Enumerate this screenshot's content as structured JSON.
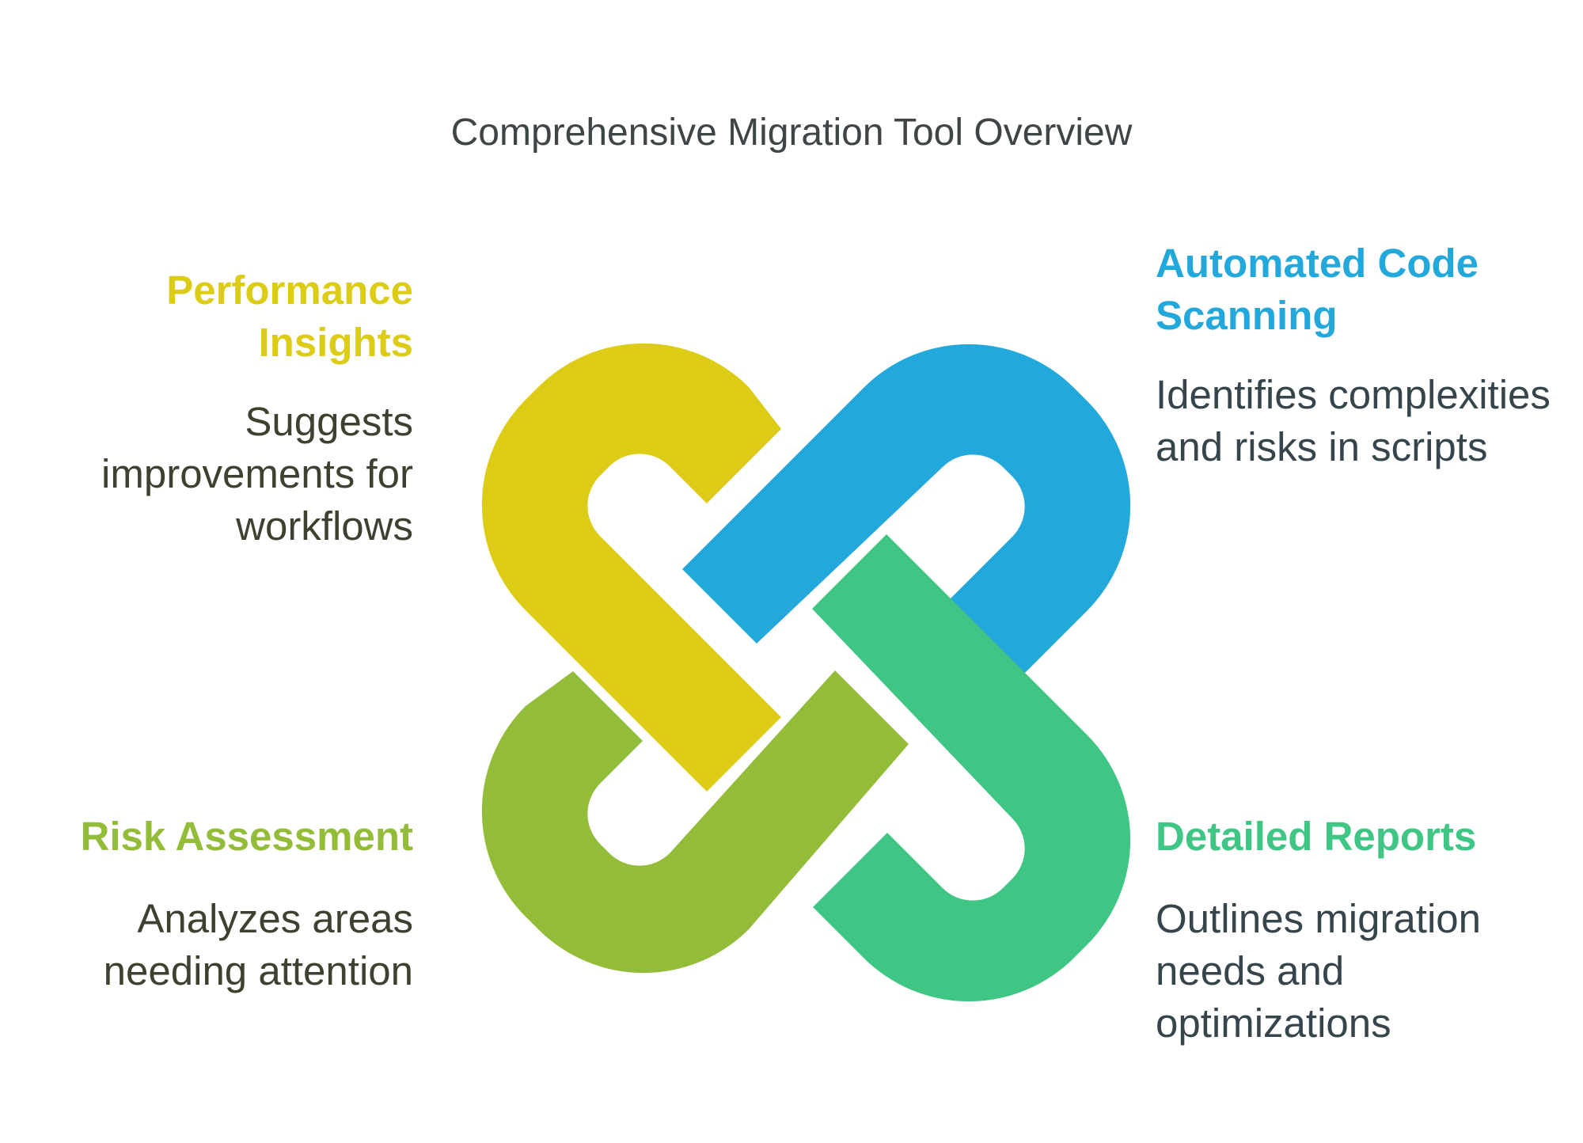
{
  "title": "Comprehensive Migration Tool Overview",
  "colors": {
    "performance": "#dccc16",
    "automated": "#22a8da",
    "risk": "#93bd39",
    "reports": "#3fc584",
    "title_text": "#3f4447",
    "desc_text": "#3f4030"
  },
  "items": [
    {
      "id": "performance",
      "heading": "Performance Insights",
      "description": "Suggests improvements for workflows"
    },
    {
      "id": "automated",
      "heading": "Automated Code Scanning",
      "description": "Identifies complexities and risks in scripts"
    },
    {
      "id": "risk",
      "heading": "Risk Assessment",
      "description": "Analyzes areas needing attention"
    },
    {
      "id": "reports",
      "heading": "Detailed Reports",
      "description": "Outlines migration needs and optimizations"
    }
  ]
}
